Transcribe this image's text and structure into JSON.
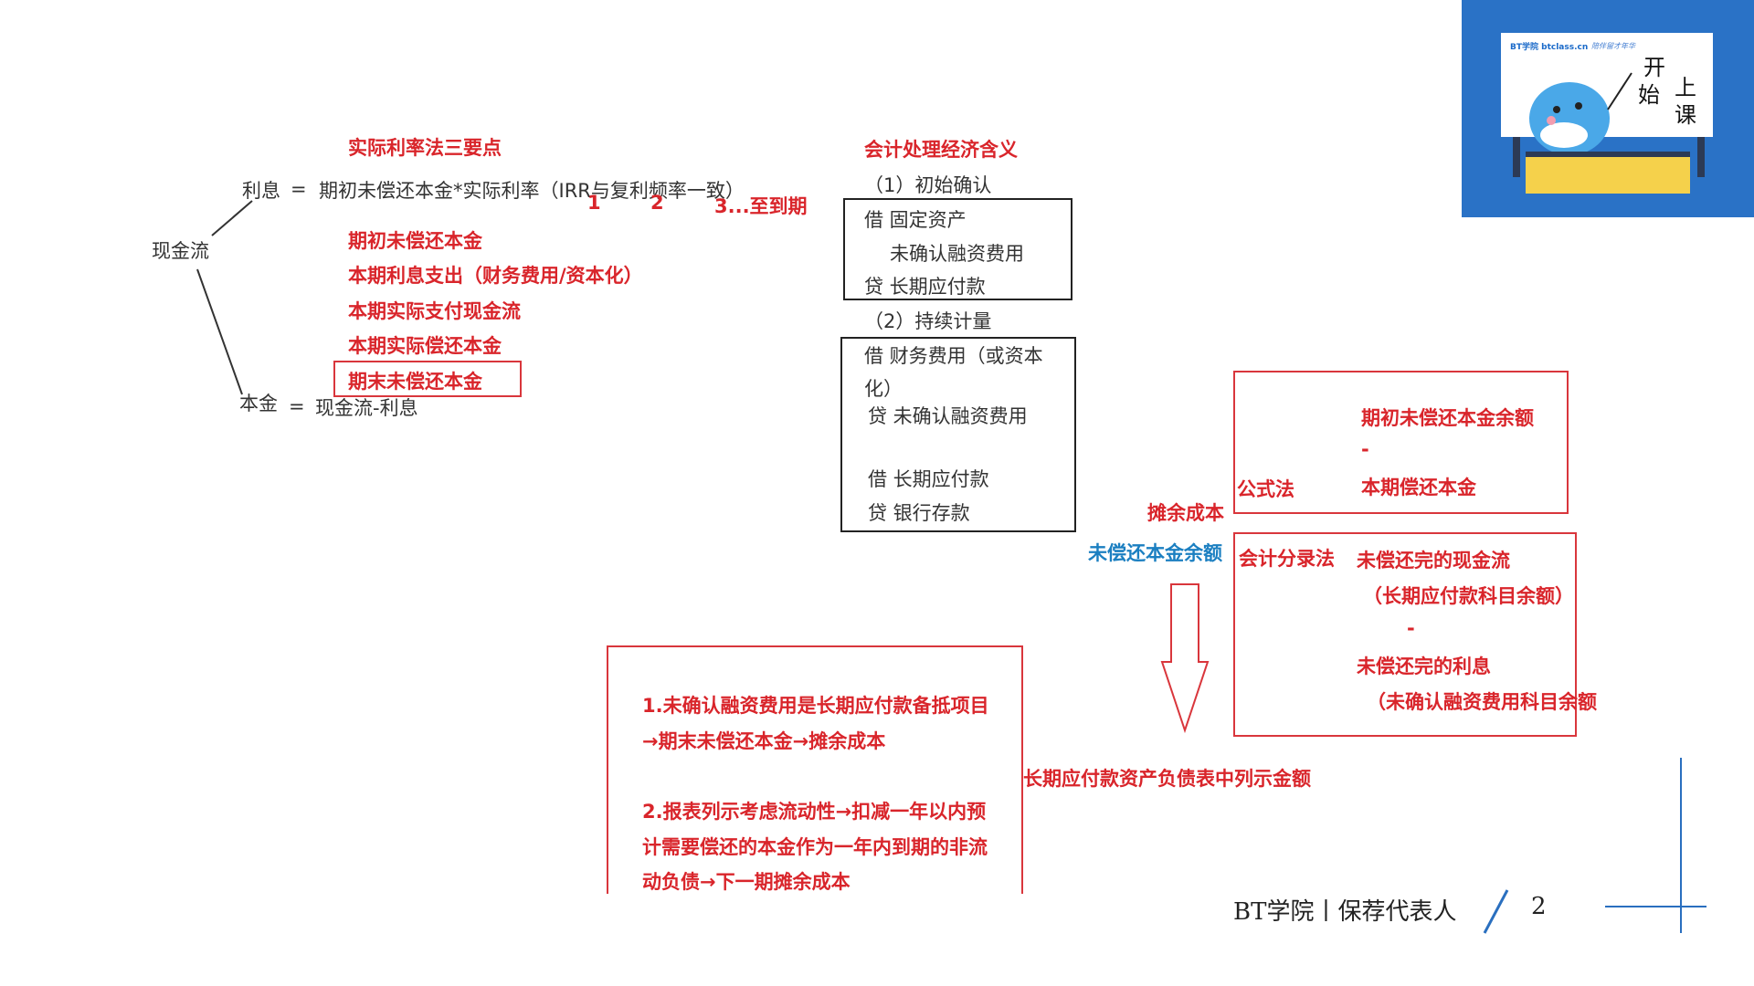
{
  "left": {
    "cash_flow": "现金流",
    "interest_label": "利息",
    "interest_eq": "=",
    "interest_formula": "期初未偿还本金*实际利率（IRR与复利频率一致）",
    "principal_label": "本金",
    "principal_eq": "=",
    "principal_formula": "现金流-利息",
    "title": "实际利率法三要点",
    "points": [
      "1",
      "2",
      "3...至到期"
    ],
    "items": [
      "期初未偿还本金",
      "本期利息支出（财务费用/资本化）",
      "本期实际支付现金流",
      "本期实际偿还本金",
      "期末未偿还本金"
    ]
  },
  "accounting": {
    "title": "会计处理经济含义",
    "step1": "（1）初始确认",
    "box1": [
      "借 固定资产",
      "未确认融资费用",
      "贷 长期应付款"
    ],
    "step2": "（2）持续计量",
    "box2": [
      "借 财务费用（或资本",
      "化）",
      "贷 未确认融资费用",
      "借 长期应付款",
      "贷 银行存款"
    ]
  },
  "right": {
    "formula_method": "公式法",
    "formula_lines": [
      "期初未偿还本金余额",
      "-",
      "本期偿还本金"
    ],
    "amortized_cost": "摊余成本",
    "unpaid_balance": "未偿还本金余额",
    "journal_method": "会计分录法",
    "journal_lines": [
      "未偿还完的现金流",
      "（长期应付款科目余额）",
      "-",
      "未偿还完的利息",
      "（未确认融资费用科目余额"
    ],
    "balance_sheet": "长期应付款资产负债表中列示金额"
  },
  "notes": {
    "lines": [
      "1.未确认融资费用是长期应付款备抵项目",
      "→期末未偿还本金→摊余成本",
      "2.报表列示考虑流动性→扣减一年以内预",
      "计需要偿还的本金作为一年内到期的非流",
      "动负债→下一期摊余成本"
    ]
  },
  "thumbnail": {
    "logo": "BT学院 btclass.cn",
    "slogan": "陪伴留才年华",
    "chars": [
      "开",
      "始",
      "上",
      "课"
    ]
  },
  "footer": {
    "brand": "BT学院丨保荐代表人",
    "page": "2"
  },
  "colors": {
    "red": "#d9252b",
    "blue": "#1b7fc1",
    "accent": "#2a72c6"
  }
}
